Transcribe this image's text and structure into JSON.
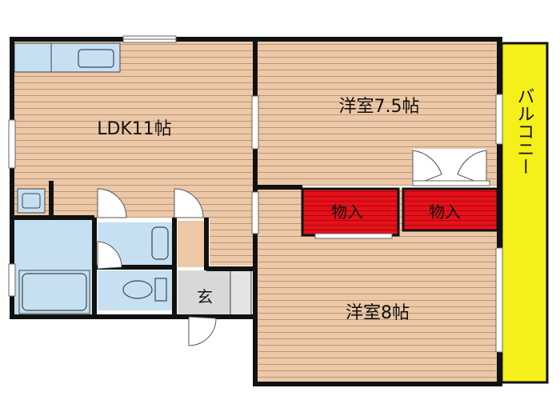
{
  "rooms": {
    "ldk": "LDK11帖",
    "western_1": "洋室7.5帖",
    "western_2": "洋室8帖",
    "closet_1": "物入",
    "closet_2": "物入",
    "entrance": "玄",
    "balcony": "バルコニー"
  },
  "colors": {
    "floor": "#ecc8a6",
    "floor_stripe": "#b8967a",
    "wet_area": "#c6e0f2",
    "closet": "#e8101a",
    "balcony": "#f5ef1a",
    "wall": "#111111",
    "entrance": "#d8d8d8"
  }
}
